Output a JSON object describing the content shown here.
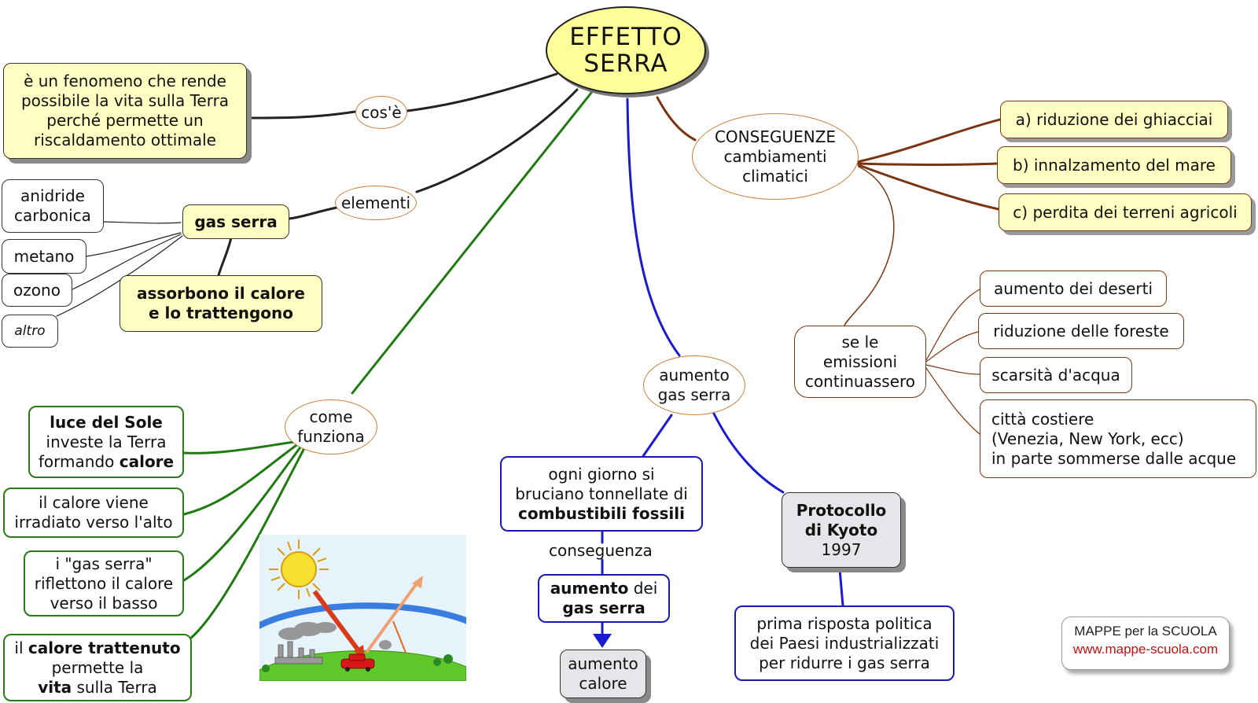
{
  "title": [
    "EFFETTO",
    "SERRA"
  ],
  "cos_e": {
    "label": "cos'è",
    "definition": [
      "è un fenomeno che rende",
      "possibile la vita sulla Terra",
      "perché permette un",
      "riscaldamento ottimale"
    ]
  },
  "elementi": {
    "label": "elementi",
    "gas_serra": "gas serra",
    "gases": [
      "anidride",
      "carbonica",
      "metano",
      "ozono",
      "altro"
    ],
    "assorbono": [
      "assorbono il calore",
      "e lo trattengono"
    ]
  },
  "come_funziona": {
    "label": [
      "come",
      "funziona"
    ],
    "step1": {
      "b1": "luce del Sole",
      "l2": "investe la Terra",
      "l3a": "formando ",
      "l3b": "calore"
    },
    "step2": [
      "il calore viene",
      "irradiato verso l'alto"
    ],
    "step3": [
      "i \"gas serra\"",
      "riflettono il calore",
      "verso il basso"
    ],
    "step4": {
      "l1a": "il ",
      "l1b": "calore trattenuto",
      "l2": "permette la",
      "l3a": "vita",
      "l3b": " sulla Terra"
    }
  },
  "aumento": {
    "label": [
      "aumento",
      "gas serra"
    ],
    "fossili": {
      "l1": "ogni giorno si",
      "l2": "bruciano tonnellate di",
      "l3": "combustibili fossili"
    },
    "conseguenza": "conseguenza",
    "aumento_gas": {
      "l1a": "aumento",
      "l1b": " dei",
      "l2": "gas serra"
    },
    "aumento_calore": [
      "aumento",
      "calore"
    ],
    "kyoto": {
      "l1": "Protocollo",
      "l2": "di Kyoto",
      "l3": "1997"
    },
    "risposta": [
      "prima risposta politica",
      "dei Paesi industrializzati",
      "per ridurre i gas serra"
    ]
  },
  "conseguenze": {
    "label": [
      "CONSEGUENZE",
      "cambiamenti",
      "climatici"
    ],
    "items": [
      "a) riduzione dei ghiacciai",
      "b) innalzamento del mare",
      "c) perdita dei terreni agricoli"
    ],
    "se_le": [
      "se le",
      "emissioni",
      "continuassero"
    ],
    "effects": [
      "aumento dei deserti",
      "riduzione delle foreste",
      "scarsità d'acqua"
    ],
    "citta": [
      "città costiere",
      "(Venezia, New York, ecc)",
      "in parte sommerse dalle acque"
    ]
  },
  "credit": {
    "line1": "MAPPE per la SCUOLA",
    "line2": "www.mappe-scuola.com"
  },
  "colors": {
    "black_link": "#222222",
    "green_link": "#1f7a10",
    "blue_link": "#1a1ad0",
    "brown_link": "#7a3410",
    "title_fill": "#ffff99",
    "box_fill": "#ffffc4"
  },
  "illustration": {
    "icons": [
      "sun-icon",
      "factory-icon",
      "car-icon",
      "sunlight-arrow-icon",
      "reflected-arrow-icon"
    ]
  }
}
